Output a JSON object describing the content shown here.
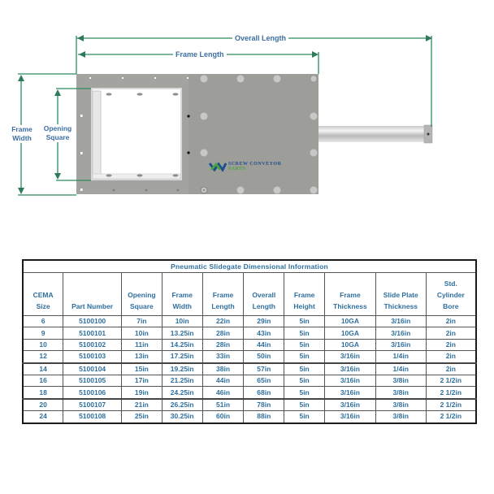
{
  "diagram": {
    "labels": {
      "overall_length": "Overall Length",
      "frame_length": "Frame Length",
      "frame_width": "Frame Width",
      "opening_square": "Opening Square"
    },
    "logo": {
      "line1": "SCREW CONVEYOR",
      "line2": "PARTS"
    },
    "colors": {
      "dimension_line": "#2e8a5c",
      "label_text": "#3b6ea3",
      "plate": "#9c9c98",
      "logo_blue": "#1f4f8f",
      "logo_green": "#4aa63a"
    }
  },
  "table": {
    "title": "Pneumatic Slidegate Dimensional Information",
    "columns": [
      "CEMA Size",
      "Part Number",
      "Opening Square",
      "Frame Width",
      "Frame Length",
      "Overall Length",
      "Frame Height",
      "Frame Thickness",
      "Slide Plate Thickness",
      "Std. Cylinder Bore"
    ],
    "header_lines": [
      [
        "CEMA",
        "Size"
      ],
      [
        "",
        "Part Number"
      ],
      [
        "Opening",
        "Square"
      ],
      [
        "Frame",
        "Width"
      ],
      [
        "Frame",
        "Length"
      ],
      [
        "Overall",
        "Length"
      ],
      [
        "Frame",
        "Height"
      ],
      [
        "Frame",
        "Thickness"
      ],
      [
        "Slide Plate",
        "Thickness"
      ],
      [
        "Std.",
        "Cylinder",
        "Bore"
      ]
    ],
    "rows": [
      [
        "6",
        "5100100",
        "7in",
        "10in",
        "22in",
        "29in",
        "5in",
        "10GA",
        "3/16in",
        "2in"
      ],
      [
        "9",
        "5100101",
        "10in",
        "13.25in",
        "28in",
        "43in",
        "5in",
        "10GA",
        "3/16in",
        "2in"
      ],
      [
        "10",
        "5100102",
        "11in",
        "14.25in",
        "28in",
        "44in",
        "5in",
        "10GA",
        "3/16in",
        "2in"
      ],
      [
        "12",
        "5100103",
        "13in",
        "17.25in",
        "33in",
        "50in",
        "5in",
        "3/16in",
        "1/4in",
        "2in"
      ],
      [
        "14",
        "5100104",
        "15in",
        "19.25in",
        "38in",
        "57in",
        "5in",
        "3/16in",
        "1/4in",
        "2in"
      ],
      [
        "16",
        "5100105",
        "17in",
        "21.25in",
        "44in",
        "65in",
        "5in",
        "3/16in",
        "3/8in",
        "2 1/2in"
      ],
      [
        "18",
        "5100106",
        "19in",
        "24.25in",
        "46in",
        "68in",
        "5in",
        "3/16in",
        "3/8in",
        "2 1/2in"
      ],
      [
        "20",
        "5100107",
        "21in",
        "26.25in",
        "51in",
        "78in",
        "5in",
        "3/16in",
        "3/8in",
        "2 1/2in"
      ],
      [
        "24",
        "5100108",
        "25in",
        "30.25in",
        "60in",
        "88in",
        "5in",
        "3/16in",
        "3/8in",
        "2 1/2in"
      ]
    ]
  }
}
